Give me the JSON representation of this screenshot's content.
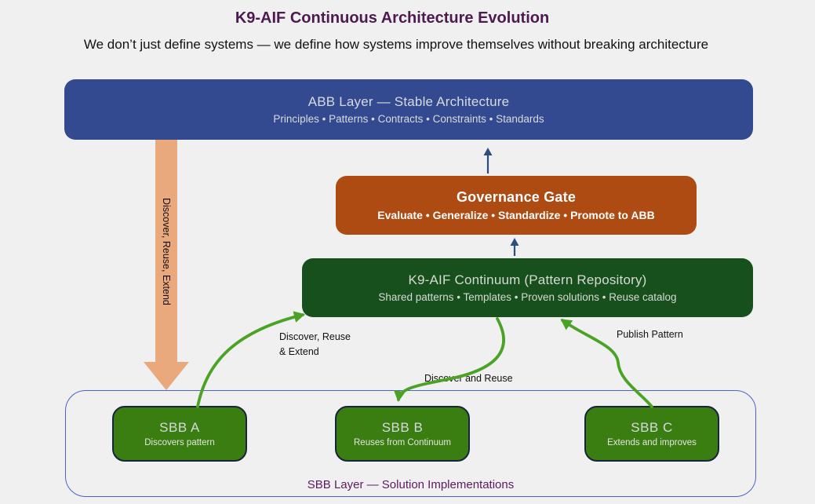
{
  "page": {
    "title": "K9-AIF Continuous Architecture Evolution",
    "subtitle": "We don’t just define systems — we define how systems improve themselves without breaking architecture"
  },
  "abb_layer": {
    "title": "ABB Layer — Stable Architecture",
    "subtitle": "Principles • Patterns • Contracts • Constraints • Standards"
  },
  "governance_gate": {
    "title": "Governance Gate",
    "subtitle": "Evaluate • Generalize • Standardize • Promote to ABB"
  },
  "continuum": {
    "title": "K9-AIF Continuum (Pattern Repository)",
    "subtitle": "Shared patterns • Templates • Proven solutions • Reuse catalog"
  },
  "flows": {
    "vertical_arrow_label": "Discover, Reuse, Extend",
    "sbb_a_label_line1": "Discover, Reuse",
    "sbb_a_label_line2": "& Extend",
    "sbb_b_label": "Discover and Reuse",
    "sbb_c_label": "Publish Pattern"
  },
  "sbb_layer": {
    "label": "SBB Layer — Solution Implementations",
    "boxes": [
      {
        "title": "SBB A",
        "subtitle": "Discovers pattern"
      },
      {
        "title": "SBB B",
        "subtitle": "Reuses from Continuum"
      },
      {
        "title": "SBB C",
        "subtitle": "Extends and improves"
      }
    ]
  },
  "colors": {
    "background": "#f0f0f1",
    "title_purple": "#4c1a4e",
    "abb_blue": "#344a90",
    "governance_orange": "#ad4b13",
    "continuum_dark_green": "#174f1d",
    "sbb_green": "#3a7d10",
    "sbb_border_navy": "#17233f",
    "big_arrow_orange": "#eaa87d",
    "curve_arrow_green": "#4ba325",
    "promote_arrow_blue": "#2d4e7e",
    "container_border_blue": "#4a63c8"
  }
}
